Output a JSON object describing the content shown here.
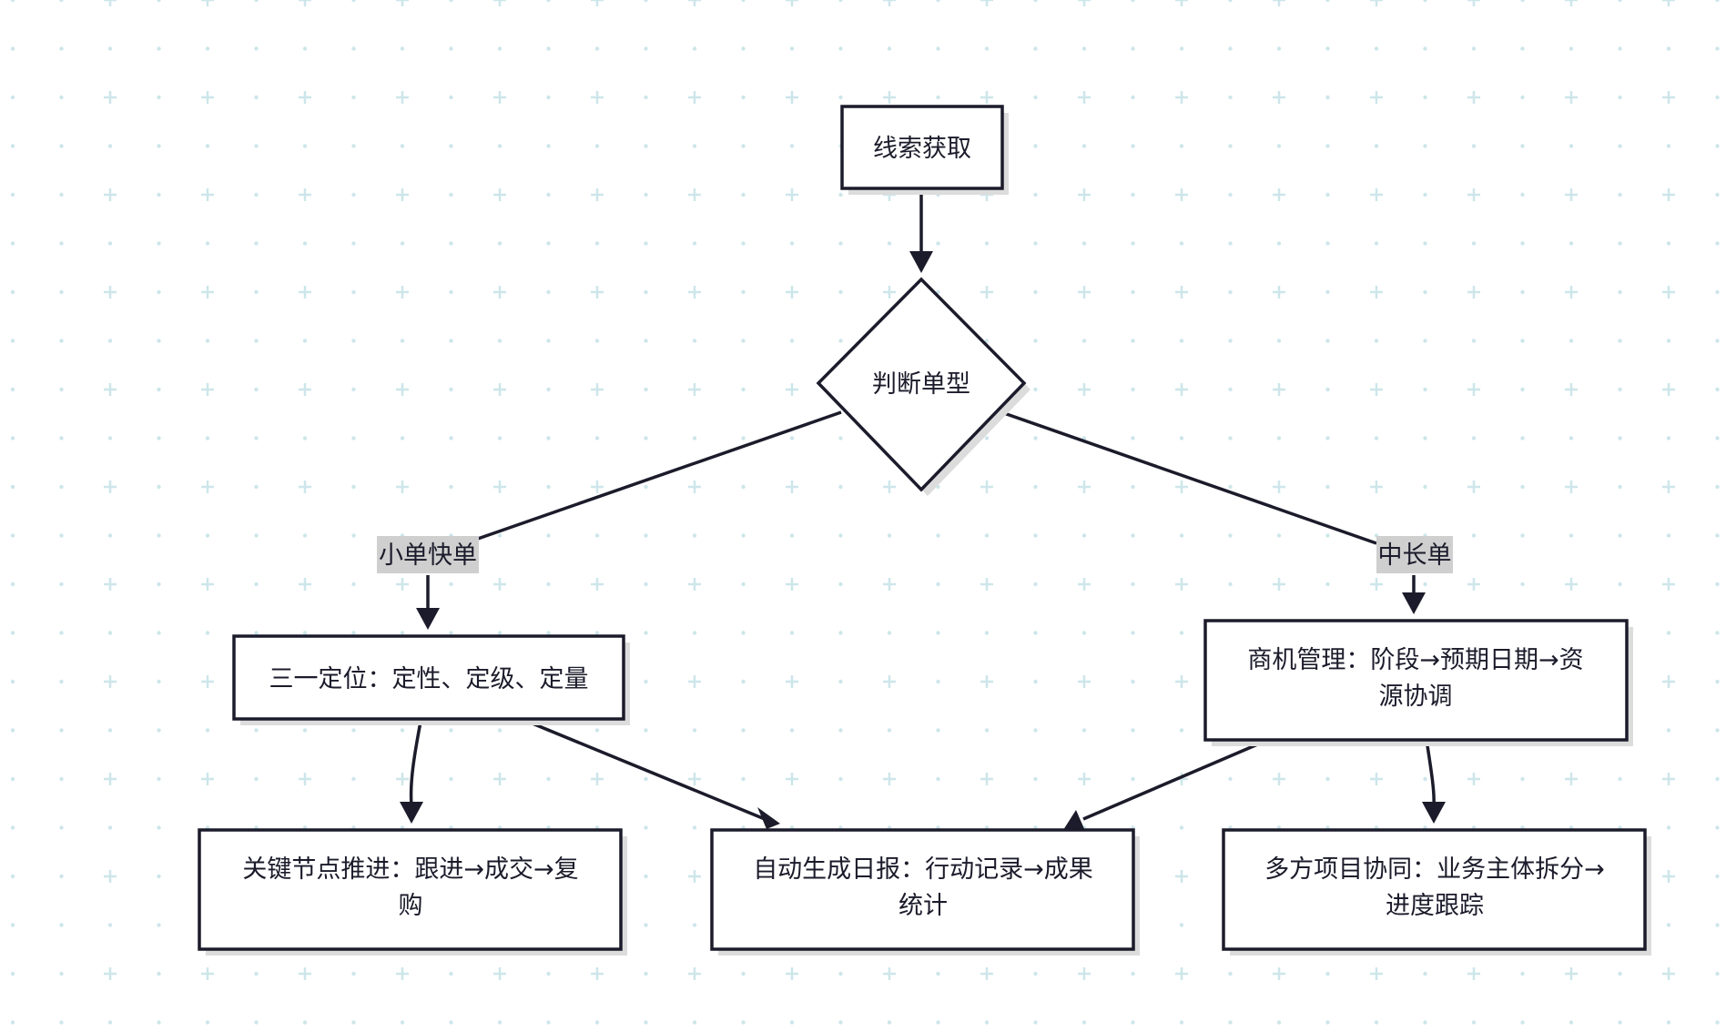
{
  "diagram": {
    "type": "flowchart",
    "colors": {
      "stroke": "#1b1b2b",
      "box_fill": "#ffffff",
      "shadow": "#dcdcdc",
      "edge_label_bg": "#cfcfcf",
      "grid_dot": "#cde6ea"
    },
    "nodes": {
      "lead": {
        "text": "线索获取"
      },
      "decide": {
        "text": "判断单型"
      },
      "locate": {
        "text": "三一定位：定性、定级、定量"
      },
      "opportunity": {
        "text_line1": "商机管理：阶段→预期日期→资",
        "text_line2": "源协调"
      },
      "keynode": {
        "text_line1": "关键节点推进：跟进→成交→复",
        "text_line2": "购"
      },
      "daily": {
        "text_line1": "自动生成日报：行动记录→成果",
        "text_line2": "统计"
      },
      "multi": {
        "text_line1": "多方项目协同：业务主体拆分→",
        "text_line2": "进度跟踪"
      }
    },
    "edge_labels": {
      "small": "小单快单",
      "long": "中长单"
    }
  }
}
